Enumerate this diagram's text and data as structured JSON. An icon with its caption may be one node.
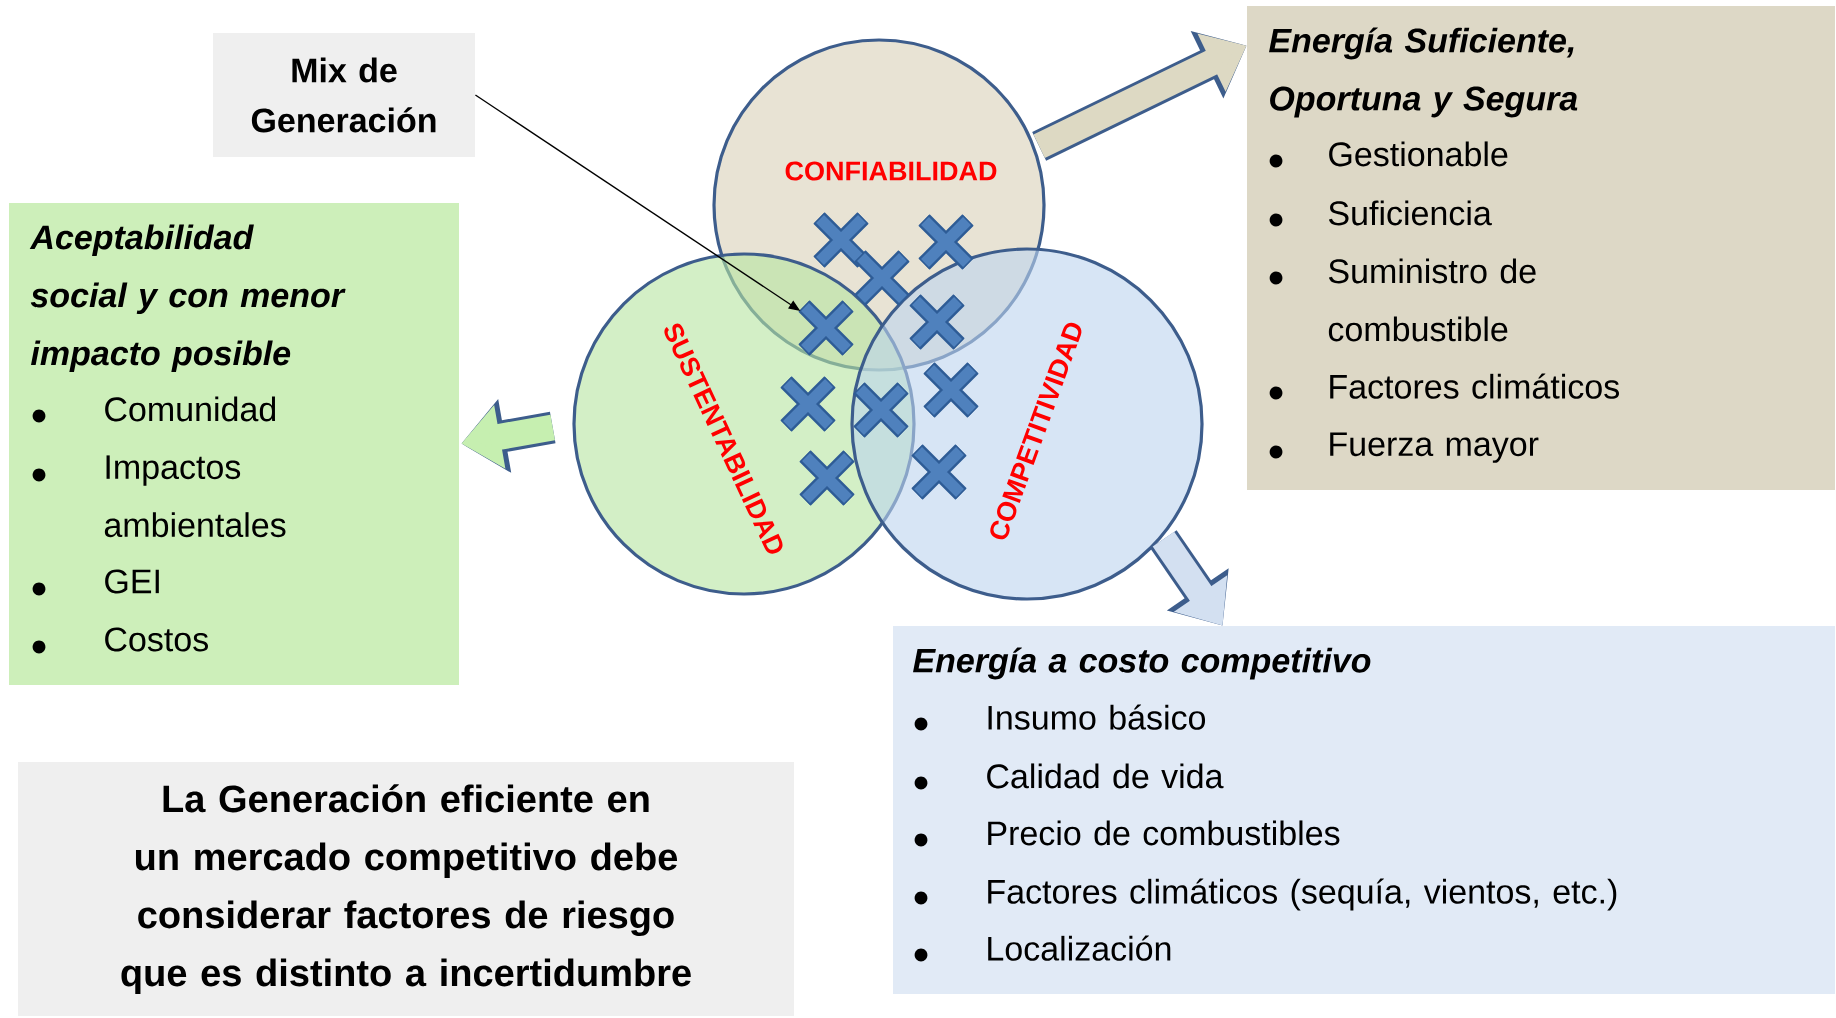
{
  "diagram": {
    "nodes": [
      {
        "text": [
          "Mix de Generación"
        ]
      },
      {
        "text": [
          "Energía Suficiente, Oportuna y Segura",
          "Gestionable",
          "Suficiencia",
          "Suministro de combustible",
          "Factores climáticos",
          "Fuerza mayor"
        ]
      },
      {
        "text": [
          "CONFIABILIDAD"
        ]
      },
      {
        "text": [
          "Aceptabilidad social y con menor impacto posible",
          "Comunidad",
          "Impactos ambientales",
          "GEI",
          "Costos"
        ]
      },
      {
        "text": [],
        "shape": "cross"
      },
      {
        "text": [
          "SUSTENTABILIDAD"
        ]
      },
      {
        "text": [
          "COMPETITIVIDAD"
        ]
      },
      {
        "text": [
          "Energía a costo competitivo",
          "Insumo básico",
          "Calidad de vida",
          "Precio de combustibles",
          "Factores climáticos (sequía, vientos, etc.)",
          "Localización"
        ]
      },
      {
        "text": [
          "La Generación eficiente en un mercado competitivo debe considerar factores de riesgo que es distinto a incertidumbre"
        ]
      }
    ],
    "edges": [
      {
        "from": 0,
        "to": 4,
        "arrow": "to"
      },
      {
        "from": 5,
        "to": 3,
        "arrow": "to",
        "color": "#c6efb0"
      },
      {
        "from": 2,
        "to": 1,
        "arrow": "to",
        "color": "#ddd9c3"
      },
      {
        "from": 6,
        "to": 7,
        "arrow": "to",
        "color": "#d3e0f1"
      }
    ]
  }
}
